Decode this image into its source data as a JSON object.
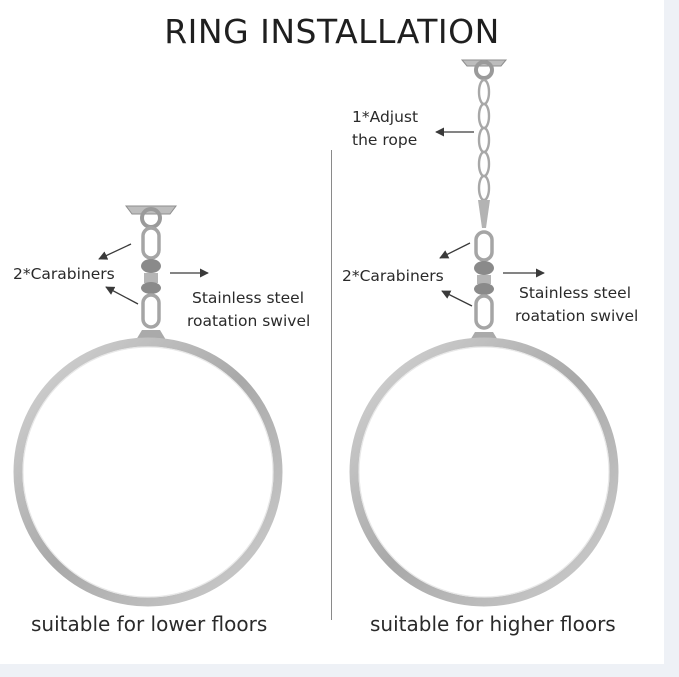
{
  "title": "RING INSTALLATION",
  "left": {
    "carabiners": "2*Carabiners",
    "swivel_line1": "Stainless steel",
    "swivel_line2": "roatation swivel",
    "caption": "suitable for lower floors"
  },
  "right": {
    "rope_line1": "1*Adjust",
    "rope_line2": "the rope",
    "carabiners": "2*Carabiners",
    "swivel_line1": "Stainless steel",
    "swivel_line2": "roatation swivel",
    "caption": "suitable for higher floors"
  },
  "colors": {
    "metal": "#b9b9b9",
    "metal_dark": "#8e8e8e",
    "text": "#2a2a2a",
    "arrow": "#3a3a3a"
  }
}
